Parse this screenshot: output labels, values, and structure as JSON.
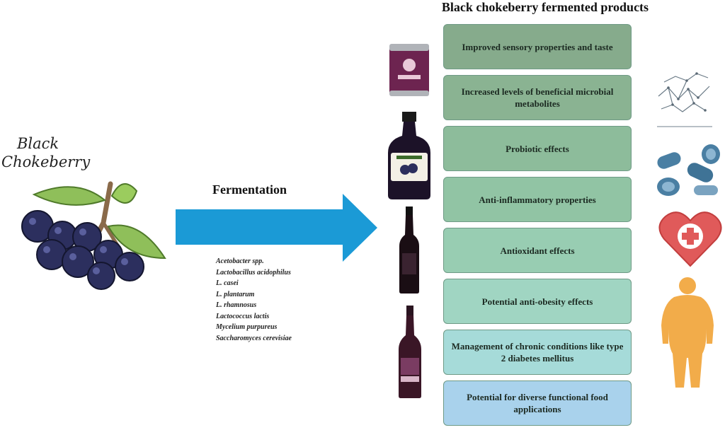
{
  "title": "Black chokeberry fermented products",
  "berry_label_line1": "Black",
  "berry_label_line2": "Chokeberry",
  "process_label": "Fermentation",
  "microorganisms": [
    "Acetobacter spp.",
    "Lactobacillus acidophilus",
    "L. casei",
    "L. plantarum",
    "L. rhamnosus",
    "Lactococcus lactis",
    "Mycelium purpureus",
    "Saccharomyces cerevisiae"
  ],
  "effects": [
    {
      "label": "Improved sensory properties and taste",
      "color": "#86ab8c"
    },
    {
      "label": "Increased levels of beneficial microbial metabolites",
      "color": "#8ab392"
    },
    {
      "label": "Probiotic effects",
      "color": "#8dbc9b"
    },
    {
      "label": "Anti-inflammatory properties",
      "color": "#91c4a4"
    },
    {
      "label": "Antioxidant effects",
      "color": "#98cdb2"
    },
    {
      "label": "Potential anti-obesity effects",
      "color": "#a0d5c2"
    },
    {
      "label": "Management of chronic conditions like type 2 diabetes mellitus",
      "color": "#a6dbd9"
    },
    {
      "label": "Potential for diverse functional food applications",
      "color": "#a9d2ec"
    }
  ],
  "colors": {
    "arrow": "#1b9ad6",
    "berry": "#2c2f5e",
    "leaf": "#8fbf5a",
    "heart": "#e05a5a",
    "body": "#f2ac4a",
    "bacteria": "#4a7fa3"
  },
  "products": [
    "powder-can",
    "juice-bottle",
    "vinegar-bottle",
    "wine-bottle"
  ],
  "icons": [
    "microbial-network-icon",
    "bacteria-icon",
    "heart-medical-icon",
    "obese-body-icon"
  ]
}
